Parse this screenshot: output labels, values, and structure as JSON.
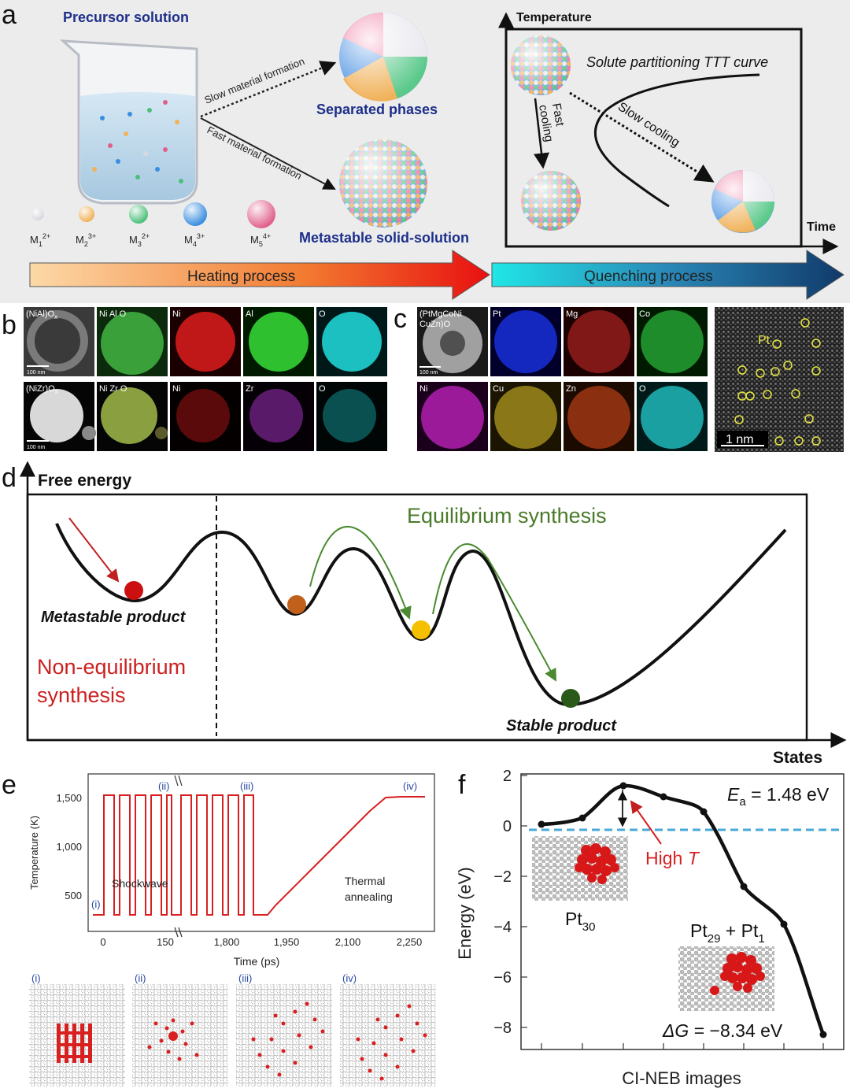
{
  "panel_letters": {
    "a": "a",
    "b": "b",
    "c": "c",
    "d": "d",
    "e": "e",
    "f": "f"
  },
  "panel_a": {
    "precursor_title": "Precursor solution",
    "slow_label": "Slow material formation",
    "fast_label": "Fast material formation",
    "separated_label": "Separated phases",
    "metastable_label": "Metastable solid-solution",
    "ions": [
      {
        "base": "M",
        "sub": "1",
        "sup": "2+",
        "color": "#d8d8e0"
      },
      {
        "base": "M",
        "sub": "2",
        "sup": "3+",
        "color": "#f0b25a"
      },
      {
        "base": "M",
        "sub": "3",
        "sup": "2+",
        "color": "#4cc07a"
      },
      {
        "base": "M",
        "sub": "4",
        "sup": "3+",
        "color": "#3a8de0"
      },
      {
        "base": "M",
        "sub": "5",
        "sup": "4+",
        "color": "#e0608a"
      }
    ],
    "heating": "Heating process",
    "quenching": "Quenching process",
    "ttt": {
      "y_axis": "Temperature",
      "x_axis": "Time",
      "curve_label": "Solute partitioning TTT curve",
      "fast_cooling_1": "Fast",
      "fast_cooling_2": "cooling",
      "slow_cooling": "Slow cooling"
    }
  },
  "panel_b": {
    "row1": [
      "(NiAl)O",
      "Ni Al O",
      "Ni",
      "Al",
      "O"
    ],
    "row1_sub": "x",
    "row2": [
      "(NiZr)O",
      "Ni Zr O",
      "Ni",
      "Zr",
      "O"
    ],
    "row2_sub": "x",
    "scale": "100 nm"
  },
  "panel_c": {
    "row1": [
      "(PtMgCoNi",
      "Pt",
      "Mg",
      "Co"
    ],
    "row1b": "CuZn)O",
    "row2": [
      "Ni",
      "Cu",
      "Zn",
      "O"
    ],
    "scale": "100 nm",
    "pt_label": "Pt",
    "scale_hr": "1 nm"
  },
  "panel_d": {
    "y_axis": "Free energy",
    "x_axis": "States",
    "equilibrium": "Equilibrium synthesis",
    "metastable": "Metastable product",
    "noneq_1": "Non-equilibrium",
    "noneq_2": "synthesis",
    "stable": "Stable product",
    "colors": {
      "metastable_ball": "#cc1010",
      "ball2": "#c0601a",
      "ball3": "#f5c000",
      "stable_ball": "#2a5a1a",
      "red": "#cc2020",
      "green": "#4a7a2a"
    }
  },
  "panel_e": {
    "ylabel": "Temperature (K)",
    "xlabel": "Time (ps)",
    "yticks": [
      "1,500",
      "1,000",
      "500"
    ],
    "xticks": [
      "0",
      "150",
      "1,800",
      "1,950",
      "2,100",
      "2,250"
    ],
    "markers": [
      "(i)",
      "(ii)",
      "(iii)",
      "(iv)"
    ],
    "shockwave": "Shockwave",
    "thermal_1": "Thermal",
    "thermal_2": "annealing",
    "snap_labels": [
      "(i)",
      "(ii)",
      "(iii)",
      "(iv)"
    ]
  },
  "panel_f": {
    "ylabel": "Energy (eV)",
    "xlabel": "CI-NEB images",
    "yticks": [
      "2",
      "0",
      "−2",
      "−4",
      "−6",
      "−8"
    ],
    "ea_label": "E",
    "ea_sub": "a",
    "ea_value": " = 1.48 eV",
    "high_t": "High ",
    "high_t_italic": "T",
    "pt30": "Pt",
    "pt30_sub": "30",
    "pt29": "Pt",
    "pt29_sub": "29",
    "pt29_plus": " + Pt",
    "pt1_sub": "1",
    "dg_label": "ΔG",
    "dg_value": " = −8.34 eV"
  }
}
